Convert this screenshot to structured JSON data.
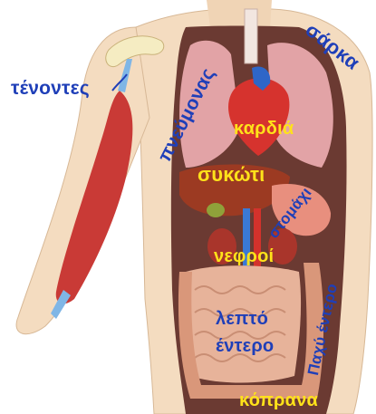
{
  "labels": {
    "tendons": "τένοντες",
    "skin": "σάρκα",
    "lungs": "πνεύμονας",
    "heart": "καρδιά",
    "liver": "συκώτι",
    "stomach": "στομάχι",
    "kidneys": "νεφροί",
    "small_intestine_line1": "λεπτό",
    "small_intestine_line2": "έντερο",
    "large_intestine": "Παχύ έντερο",
    "feces": "κόπρανα"
  },
  "colors": {
    "label_blue": "#1f3fb8",
    "label_yellow": "#ffe21a",
    "skin": "#f4dcc0",
    "body_cavity": "#6b3a32",
    "muscle": "#c93a36",
    "tendon": "#7fb6e6"
  }
}
